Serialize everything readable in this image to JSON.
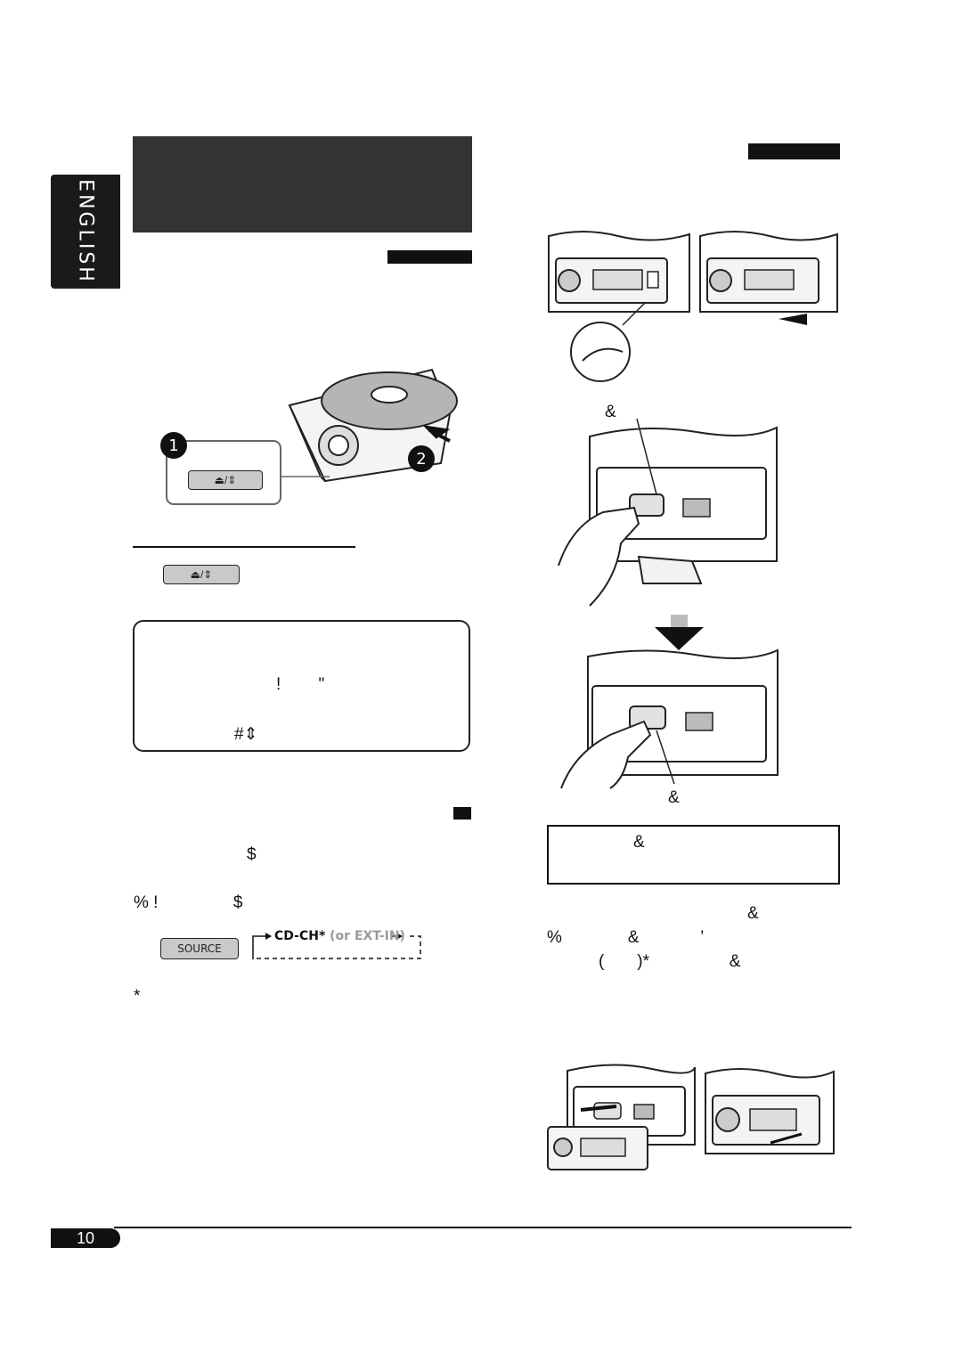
{
  "language_tab": {
    "label": "ENGLISH"
  },
  "left_column": {
    "eject_button_label": "⏏/⇕",
    "notice": {
      "line_1": "!        \"",
      "line_2": "#⇕"
    },
    "source_line_1": "$",
    "source_line_2": "% !                $",
    "source_button_label": "SOURCE",
    "flow_main": "CD-CH*",
    "flow_alt": " (or EXT-IN)",
    "footnote": "*"
  },
  "right_column": {
    "fig_label_1": "&",
    "fig_label_2": "&",
    "caution_box": "&",
    "body_line_1": "&",
    "body_line_2": "%              &             ’",
    "body_line_3": "(       )*                 &"
  },
  "page_number": "10"
}
